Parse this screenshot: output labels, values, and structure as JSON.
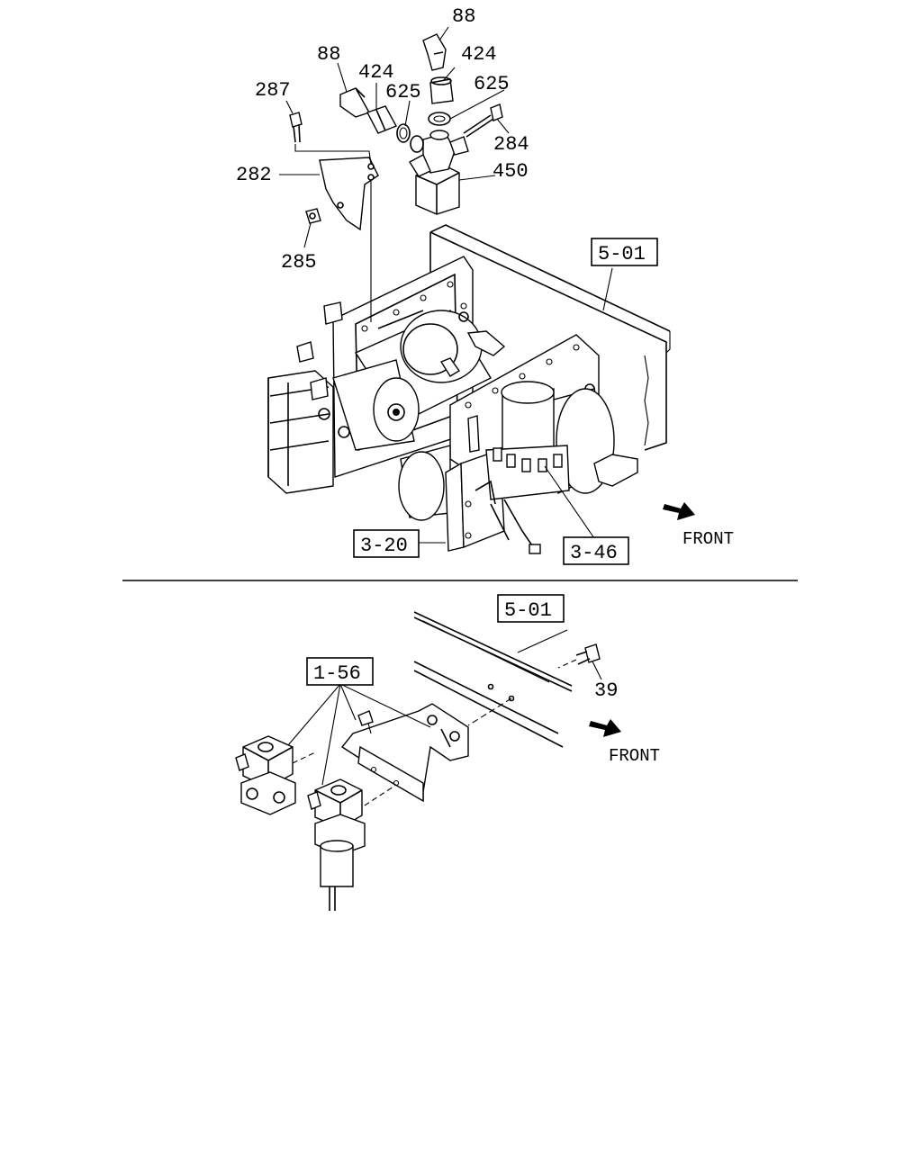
{
  "diagram": {
    "top": {
      "part_numbers": {
        "p88_top": "88",
        "p88_left": "88",
        "p424_right": "424",
        "p424_left": "424",
        "p625_left": "625",
        "p625_right": "625",
        "p287": "287",
        "p284": "284",
        "p282": "282",
        "p450": "450",
        "p285": "285"
      },
      "references": {
        "frame": "5-01",
        "tank_bracket": "3-20",
        "dryer": "3-46"
      },
      "direction": "FRONT"
    },
    "bottom": {
      "part_numbers": {
        "p39": "39"
      },
      "references": {
        "frame": "5-01",
        "valves": "1-56"
      },
      "direction": "FRONT"
    }
  }
}
